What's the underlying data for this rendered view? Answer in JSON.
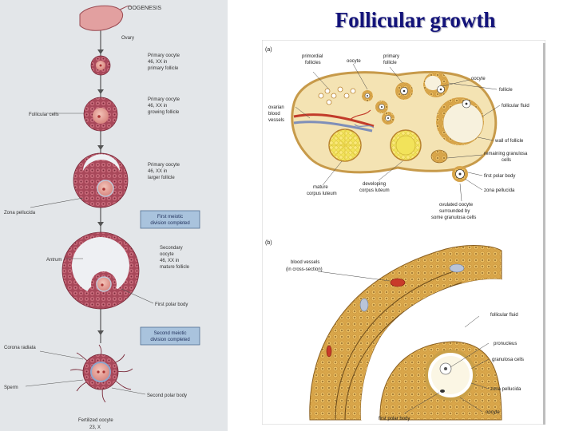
{
  "title": "Follicular growth",
  "oogenesis": {
    "heading": "OOGENESIS",
    "ovary": "Ovary",
    "stage1": [
      "Primary oocyte",
      "46, XX in",
      "primary follicle"
    ],
    "stage2": [
      "Primary oocyte",
      "46, XX in",
      "growing follicle"
    ],
    "stage3": [
      "Primary oocyte",
      "46, XX in",
      "larger follicle"
    ],
    "follicular_cells": "Follicular cells",
    "zona_pellucida": "Zona pellucida",
    "box1": [
      "First meiotic",
      "division completed"
    ],
    "antrum": "Antrum",
    "stage4": [
      "Secondary",
      "oocyte",
      "46, XX in",
      "mature follicle"
    ],
    "first_polar_body": "First polar body",
    "box2": [
      "Second meiotic",
      "division completed"
    ],
    "corona_radiata": "Corona radiata",
    "sperm": "Sperm",
    "second_polar_body": "Second polar body",
    "fertilized": [
      "Fertilized oocyte",
      "23, X"
    ]
  },
  "panel_a": {
    "tag": "(a)",
    "primordial_follicles": [
      "primordial",
      "follicles"
    ],
    "oocyte_top": "oocyte",
    "primary_follicle": [
      "primary",
      "follicle"
    ],
    "oocyte_right": "oocyte",
    "follicle": "follicle",
    "follicular_fluid": "follicular fluid",
    "ovarian_blood_vessels": [
      "ovarian",
      "blood",
      "vessels"
    ],
    "wall_of_follicle": "wall of follicle",
    "remaining_granulosa": [
      "remaining granulosa",
      "cells"
    ],
    "first_polar_body": "first polar body",
    "zona_pellucida": "zona pellucida",
    "mature_corpus_luteum": [
      "mature",
      "corpus luteum"
    ],
    "developing_corpus_luteum": [
      "developing",
      "corpus luteum"
    ],
    "ovulated_oocyte": [
      "ovulated oocyte",
      "surrounded by",
      "some granulosa cells"
    ]
  },
  "panel_b": {
    "tag": "(b)",
    "blood_vessels": [
      "blood vessels",
      "(in cross-section)"
    ],
    "follicular_fluid": "follicular fluid",
    "pronucleus": "pronucleus",
    "granulosa_cells": "granulosa cells",
    "zona_pellucida": "zona pellucida",
    "oocyte": "oocyte",
    "first_polar_body": "first polar body"
  },
  "colors": {
    "title": "#13137a",
    "left_bg": "#dfe2e6",
    "cell_pink": "#b04a5e",
    "cell_light": "#d88a94",
    "info_box": "#a9c3dd",
    "tissue_tan": "#d9a64a",
    "tissue_dark": "#b9822e",
    "ovary_cream": "#f4e3b3"
  }
}
